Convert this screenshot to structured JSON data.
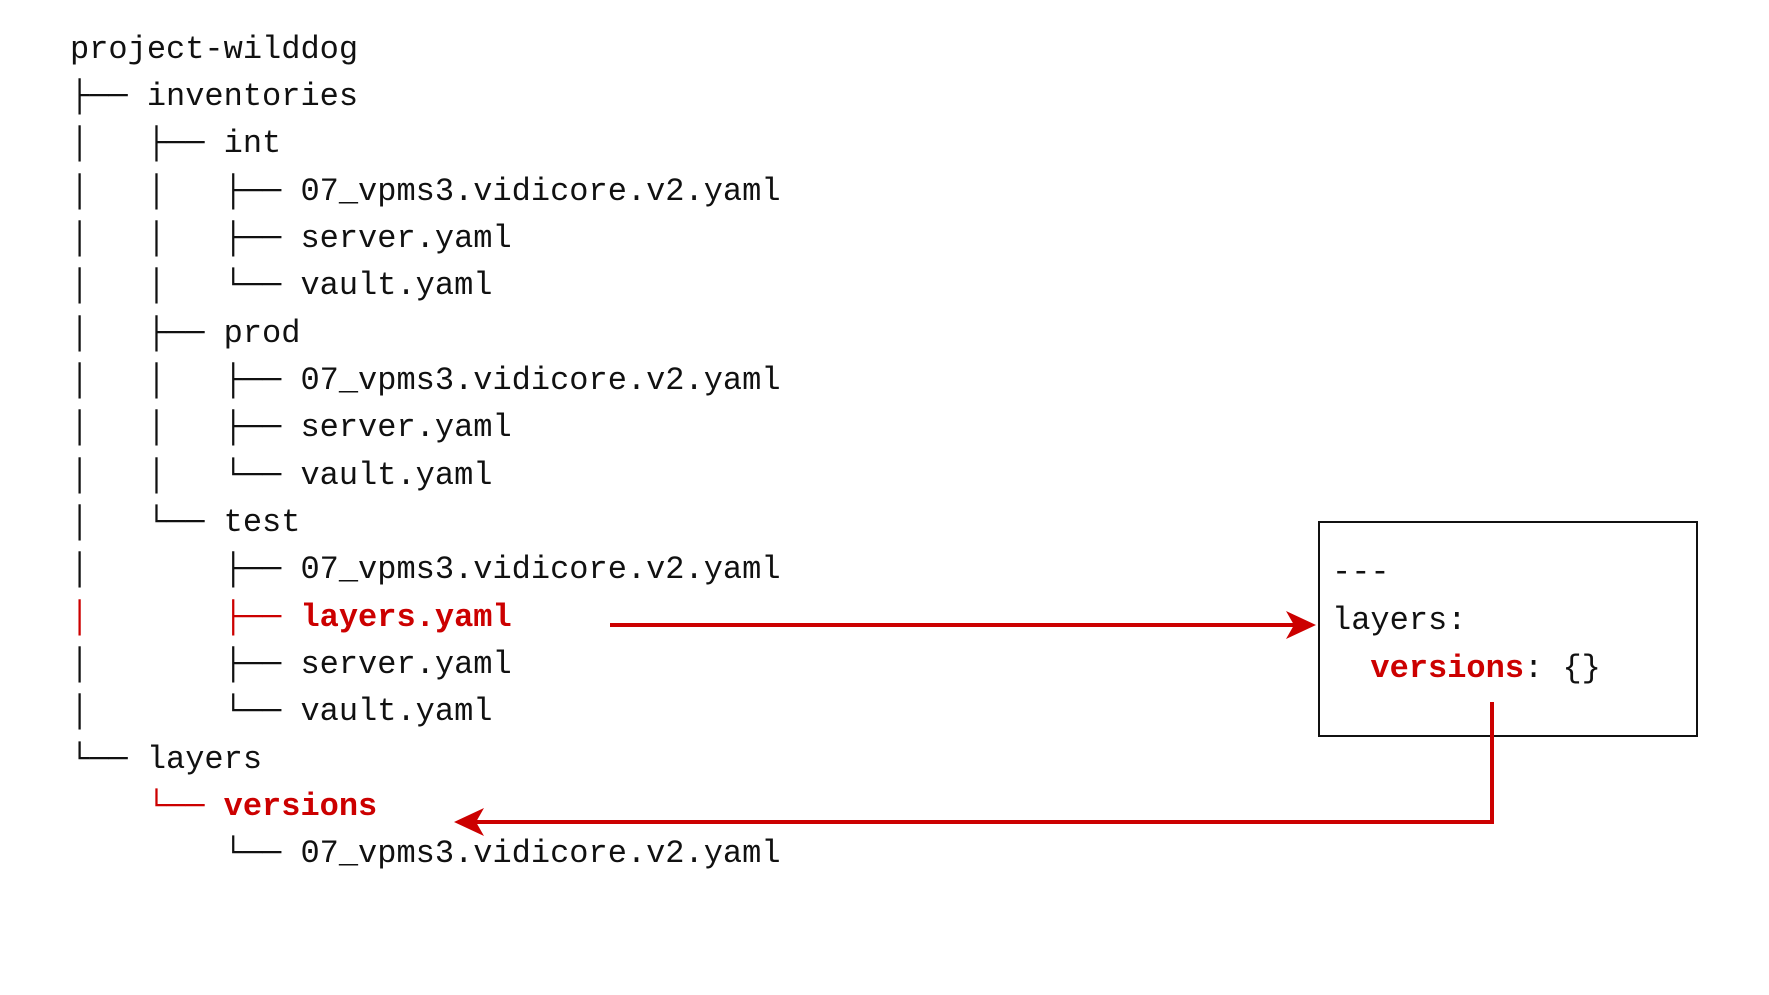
{
  "tree": {
    "lines": [
      {
        "prefix": "",
        "name": "project-wilddog"
      },
      {
        "prefix": "├── ",
        "name": "inventories"
      },
      {
        "prefix": "│   ├── ",
        "name": "int"
      },
      {
        "prefix": "│   │   ├── ",
        "name": "07_vpms3.vidicore.v2.yaml"
      },
      {
        "prefix": "│   │   ├── ",
        "name": "server.yaml"
      },
      {
        "prefix": "│   │   └── ",
        "name": "vault.yaml"
      },
      {
        "prefix": "│   ├── ",
        "name": "prod"
      },
      {
        "prefix": "│   │   ├── ",
        "name": "07_vpms3.vidicore.v2.yaml"
      },
      {
        "prefix": "│   │   ├── ",
        "name": "server.yaml"
      },
      {
        "prefix": "│   │   └── ",
        "name": "vault.yaml"
      },
      {
        "prefix": "│   └── ",
        "name": "test"
      },
      {
        "prefix": "│       ├── ",
        "name": "07_vpms3.vidicore.v2.yaml"
      },
      {
        "prefix": "│       ├── ",
        "name": "layers.yaml",
        "highlight": true
      },
      {
        "prefix": "│       ├── ",
        "name": "server.yaml"
      },
      {
        "prefix": "│       └── ",
        "name": "vault.yaml"
      },
      {
        "prefix": "└── ",
        "name": "layers"
      },
      {
        "prefix": "    └── ",
        "name": "versions",
        "highlight": true
      },
      {
        "prefix": "        └── ",
        "name": "07_vpms3.vidicore.v2.yaml"
      }
    ]
  },
  "yaml_box": {
    "line1": "---",
    "line2": "layers:",
    "line3_indent": "  ",
    "line3_key": "versions",
    "line3_rest": ": {}"
  },
  "colors": {
    "highlight": "#cc0000",
    "text": "#111111",
    "background": "#ffffff"
  }
}
